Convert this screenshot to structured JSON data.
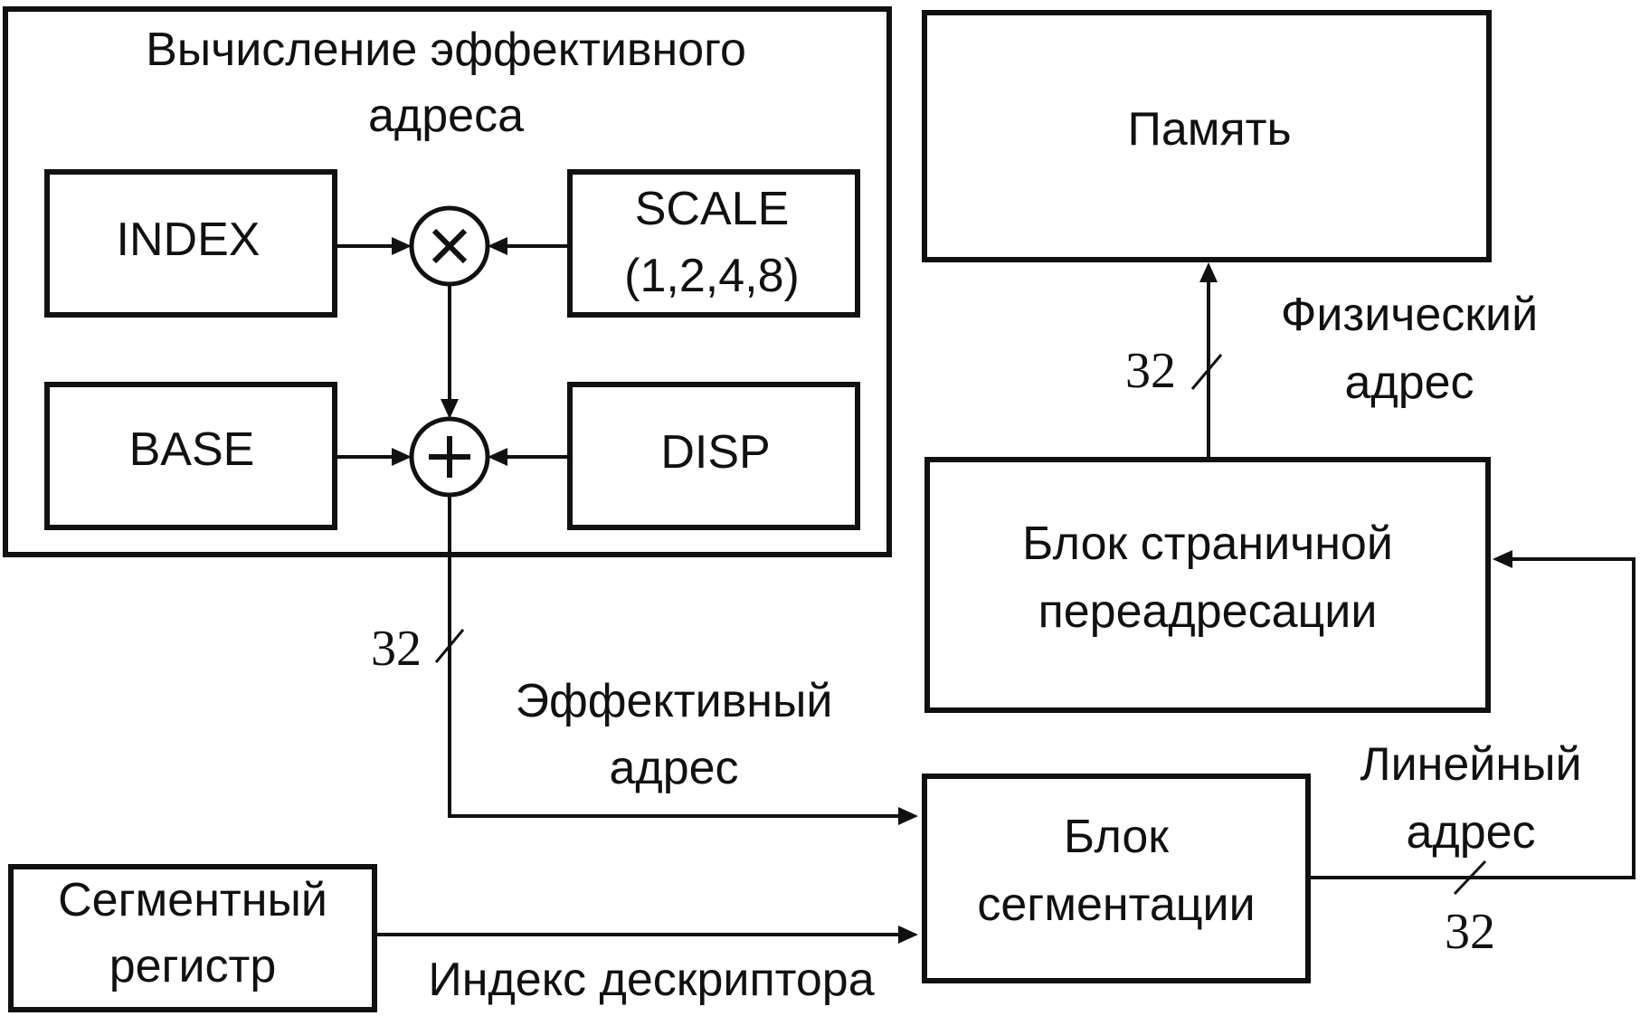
{
  "ea_block": {
    "title_line1": "Вычисление эффективного",
    "title_line2": "адреса"
  },
  "index_box": {
    "label": "INDEX"
  },
  "scale_box": {
    "label_line1": "SCALE",
    "label_line2": "(1,2,4,8)"
  },
  "base_box": {
    "label": "BASE"
  },
  "disp_box": {
    "label": "DISP"
  },
  "multiply_node": {
    "symbol": "×"
  },
  "add_node": {
    "symbol": "+"
  },
  "memory_box": {
    "label": "Память"
  },
  "paging_box": {
    "label_line1": "Блок страничной",
    "label_line2": "переадресации"
  },
  "segmentation_box": {
    "label_line1": "Блок",
    "label_line2": "сегментации"
  },
  "segment_register_box": {
    "label_line1": "Сегментный",
    "label_line2": "регистр"
  },
  "effective_address": {
    "line1": "Эффективный",
    "line2": "адрес",
    "width": "32"
  },
  "physical_address": {
    "line1": "Физический",
    "line2": "адрес",
    "width": "32"
  },
  "linear_address": {
    "line1": "Линейный",
    "line2": "адрес",
    "width": "32"
  },
  "descriptor_index": {
    "label": "Индекс дескриптора"
  }
}
